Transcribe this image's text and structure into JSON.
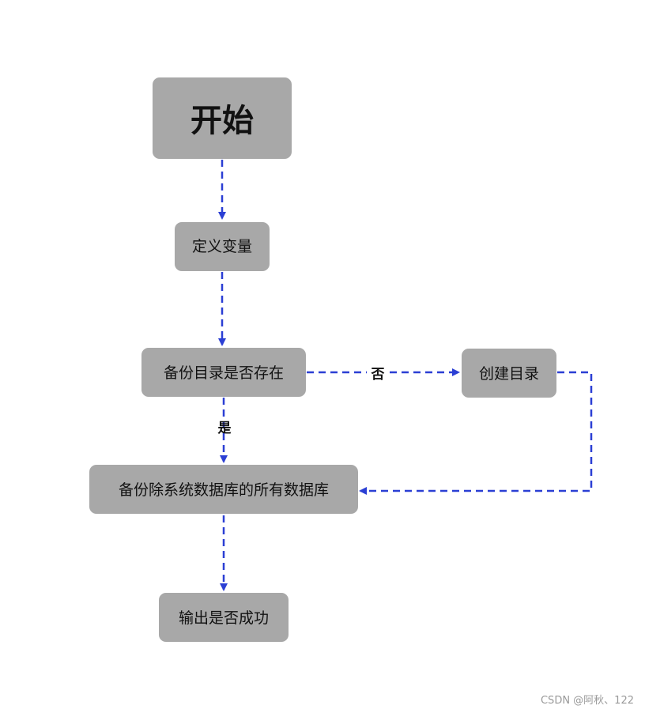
{
  "nodes": {
    "start": "开始",
    "define_vars": "定义变量",
    "check_dir": "备份目录是否存在",
    "create_dir": "创建目录",
    "backup_all": "备份除系统数据库的所有数据库",
    "output_result": "输出是否成功"
  },
  "edges": {
    "no_label": "否",
    "yes_label": "是"
  },
  "watermark": "CSDN @阿秋、122",
  "colors": {
    "node_fill": "#a8a8a8",
    "edge": "#2b3fd4",
    "text": "#111111"
  }
}
